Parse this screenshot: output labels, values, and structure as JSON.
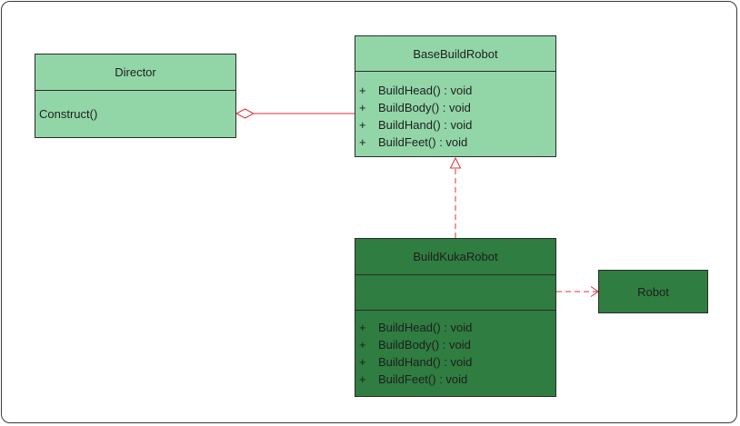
{
  "colors": {
    "light_class_fill": "#92d6a8",
    "dark_class_fill": "#2f7d40",
    "connector": "#e0303a",
    "border": "#2b2b2b"
  },
  "classes": {
    "director": {
      "name": "Director",
      "operations": [
        "Construct()"
      ]
    },
    "base_build_robot": {
      "name": "BaseBuildRobot",
      "operations": [
        {
          "visibility": "+",
          "signature": "BuildHead() : void"
        },
        {
          "visibility": "+",
          "signature": "BuildBody() : void"
        },
        {
          "visibility": "+",
          "signature": "BuildHand() : void"
        },
        {
          "visibility": "+",
          "signature": "BuildFeet() : void"
        }
      ]
    },
    "build_kuka_robot": {
      "name": "BuildKukaRobot",
      "operations": [
        {
          "visibility": "+",
          "signature": "BuildHead() : void"
        },
        {
          "visibility": "+",
          "signature": "BuildBody() : void"
        },
        {
          "visibility": "+",
          "signature": "BuildHand() : void"
        },
        {
          "visibility": "+",
          "signature": "BuildFeet() : void"
        }
      ]
    },
    "robot": {
      "name": "Robot"
    }
  },
  "relationships": [
    {
      "type": "aggregation",
      "from": "Director",
      "to": "BaseBuildRobot"
    },
    {
      "type": "realization",
      "from": "BuildKukaRobot",
      "to": "BaseBuildRobot"
    },
    {
      "type": "dependency",
      "from": "BuildKukaRobot",
      "to": "Robot"
    }
  ]
}
